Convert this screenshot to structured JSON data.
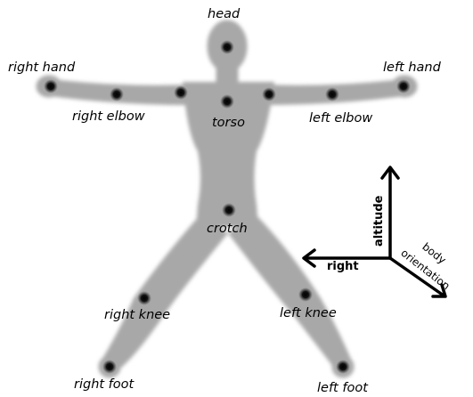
{
  "joints": {
    "head": "head",
    "right_hand": "right hand",
    "left_hand": "left hand",
    "right_elbow": "right elbow",
    "torso": "torso",
    "left_elbow": "left elbow",
    "crotch": "crotch",
    "right_knee": "right knee",
    "left_knee": "left knee",
    "right_foot": "right foot",
    "left_foot": "left foot"
  },
  "axes": {
    "altitude": "altitude",
    "right": "right",
    "body_orientation_line1": "body",
    "body_orientation_line2": "orientation"
  },
  "colors": {
    "silhouette": "#a8a8a8",
    "joint": "#0a0a0a",
    "axes": "#000000"
  }
}
